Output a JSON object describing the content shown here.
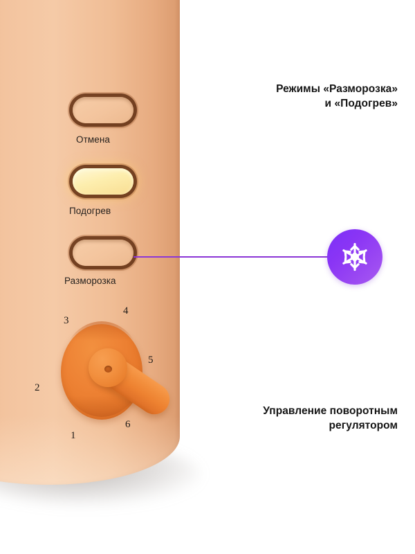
{
  "colors": {
    "background": "#ffffff",
    "body_base": "#f0bd95",
    "body_highlight": "#f5caa7",
    "body_shadow_edge": "#d4946a",
    "knob_orange": "#ee8335",
    "badge_purple_start": "#7b2ff7",
    "badge_purple_end": "#a85af0",
    "connector_line": "#8b36d6",
    "button_rim": "#683618",
    "button_face": "#f3c49d",
    "button_lit": "#fdeeae",
    "text_dark": "#141414"
  },
  "appliance": {
    "name": "toaster-control-panel",
    "buttons": [
      {
        "id": "cancel",
        "label": "Отмена",
        "state": "off"
      },
      {
        "id": "reheat",
        "label": "Подогрев",
        "state": "lit"
      },
      {
        "id": "defrost",
        "label": "Разморозка",
        "state": "off"
      }
    ],
    "dial": {
      "name": "browning-level-dial",
      "numbers": [
        "1",
        "2",
        "3",
        "4",
        "5",
        "6"
      ],
      "selected": "6"
    }
  },
  "callouts": [
    {
      "id": "modes",
      "line1": "Режимы «Разморозка»",
      "line2": "и «Подогрев»",
      "icon": "snowflake-icon"
    },
    {
      "id": "dial-control",
      "line1": "Управление поворотным",
      "line2": "регулятором"
    }
  ]
}
